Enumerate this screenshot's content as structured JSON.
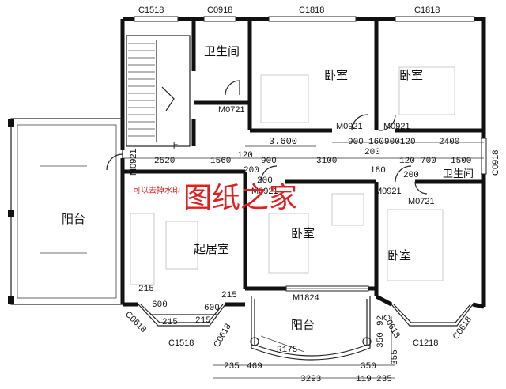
{
  "rooms": {
    "bathroom_top": "卫生间",
    "bedroom_top_middle": "卧室",
    "bedroom_top_right": "卧室",
    "balcony_left": "阳台",
    "living_room": "起居室",
    "bedroom_bottom_middle": "卧室",
    "bedroom_bottom_right": "卧室",
    "bathroom_right": "卫生间",
    "balcony_bottom": "阳台"
  },
  "stair_up_label": "上",
  "window_codes": {
    "c1518_top": "C1518",
    "c0918_top": "C0918",
    "c1818_top_middle": "C1818",
    "c1818_top_right": "C1818",
    "c0918_right": "C0918",
    "c0618_left_a": "C0618",
    "c1518_bottom": "C1518",
    "c0618_left_b": "C0618",
    "c0618_right_a": "C0618",
    "c1218_bottom": "C1218",
    "c0618_right_b": "C0618",
    "m1824": "M1824"
  },
  "door_codes": {
    "m0721_top": "M0721",
    "m0921_a": "M0921",
    "m0921_b": "M0921",
    "m0921_left": "M0921",
    "m0921_c": "M0921",
    "m0921_d": "M0921",
    "m0721_right": "M0721"
  },
  "dimensions": {
    "d2520": "2520",
    "d1560": "1560",
    "d120_a": "120",
    "d900_a": "900",
    "d3100": "3100",
    "d200_a": "200",
    "d200_b": "200",
    "d180": "180",
    "d200_c": "200",
    "d120_b": "120",
    "d700": "700",
    "d1500": "1500",
    "d900_top_a": "900",
    "d160": "160",
    "d900120": "900120",
    "d2400": "2400",
    "d200_top": "200",
    "d3600": "3.600",
    "d215_a": "215",
    "d600_a": "600",
    "d215_b": "215",
    "d215_c": "215",
    "d600_b": "600",
    "d215_d": "215",
    "r175": "R175",
    "d350_a": "350",
    "d92": "92",
    "d355": "355",
    "d235_a": "235",
    "d469": "469",
    "d3293": "3293",
    "d350_b": "350",
    "d235_b": "235",
    "d119": "119"
  },
  "watermark": "图纸之家",
  "watermark_note": "可以去掉水印"
}
